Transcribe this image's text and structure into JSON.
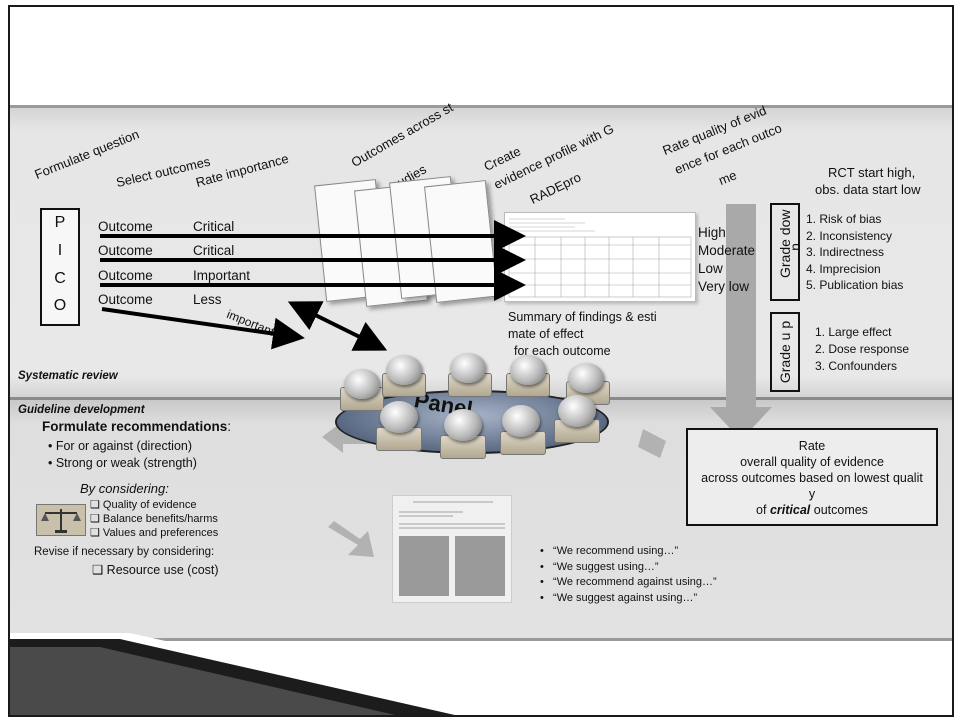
{
  "steps": {
    "formulate_question": "Formulate question",
    "select_outcomes": "Select outcomes",
    "rate_importance": "Rate importance",
    "outcomes_across_studies_1": "Outcomes across st",
    "outcomes_across_studies_2": "udies",
    "create_profile_1": "Create",
    "create_profile_2": "evidence profile with G",
    "create_profile_3": "RADEpro",
    "rate_quality_1": "Rate quality of evid",
    "rate_quality_2": "ence for each outco",
    "rate_quality_3": "me"
  },
  "pico": [
    "P",
    "I",
    "C",
    "O"
  ],
  "outcomes": [
    {
      "label": "Outcome",
      "importance": "Critical"
    },
    {
      "label": "Outcome",
      "importance": "Critical"
    },
    {
      "label": "Outcome",
      "importance": "Important"
    },
    {
      "label": "Outcome",
      "importance": "Less"
    }
  ],
  "importance_suffix": "important",
  "quality_levels": [
    "High",
    "Moderate",
    "Low",
    "Very low"
  ],
  "rct_note_1": "RCT start high,",
  "rct_note_2": "obs. data start low",
  "grade_down": {
    "label_1": "Grade dow",
    "label_2": "n",
    "items": [
      "Risk of bias",
      "Inconsistency",
      "Indirectness",
      "Imprecision",
      "Publication bias"
    ]
  },
  "grade_up": {
    "label": "Grade u p",
    "items": [
      "Large effect",
      "Dose response",
      "Confounders"
    ]
  },
  "summary_1": "Summary of findings & esti",
  "summary_2": "mate of effect",
  "summary_3": "for each outcome",
  "systematic_review": "Systematic review",
  "guideline_development": "Guideline development",
  "panel": "Panel",
  "formulate_recs": {
    "bold": "Formulate recommendations",
    "colon": ":",
    "items": [
      "• For or against (direction)",
      "• Strong or weak (strength)"
    ]
  },
  "by_considering": "By considering:",
  "considerations": [
    "❑ Quality of evidence",
    "❑ Balance benefits/harms",
    "❑ Values and preferences"
  ],
  "revise": "Revise if necessary by considering:",
  "resource": "❑ Resource use (cost)",
  "rate_box": {
    "line1": "Rate",
    "line2": "overall quality of evidence",
    "line3": "across outcomes based on lowest qualit",
    "line4": "y",
    "line5_prefix": "of ",
    "line5_em": "critical",
    "line5_suffix": " outcomes"
  },
  "recommendations": [
    "“We recommend using…”",
    "“We suggest using…”",
    "“We recommend against using…”",
    "“We suggest against using…”"
  ]
}
